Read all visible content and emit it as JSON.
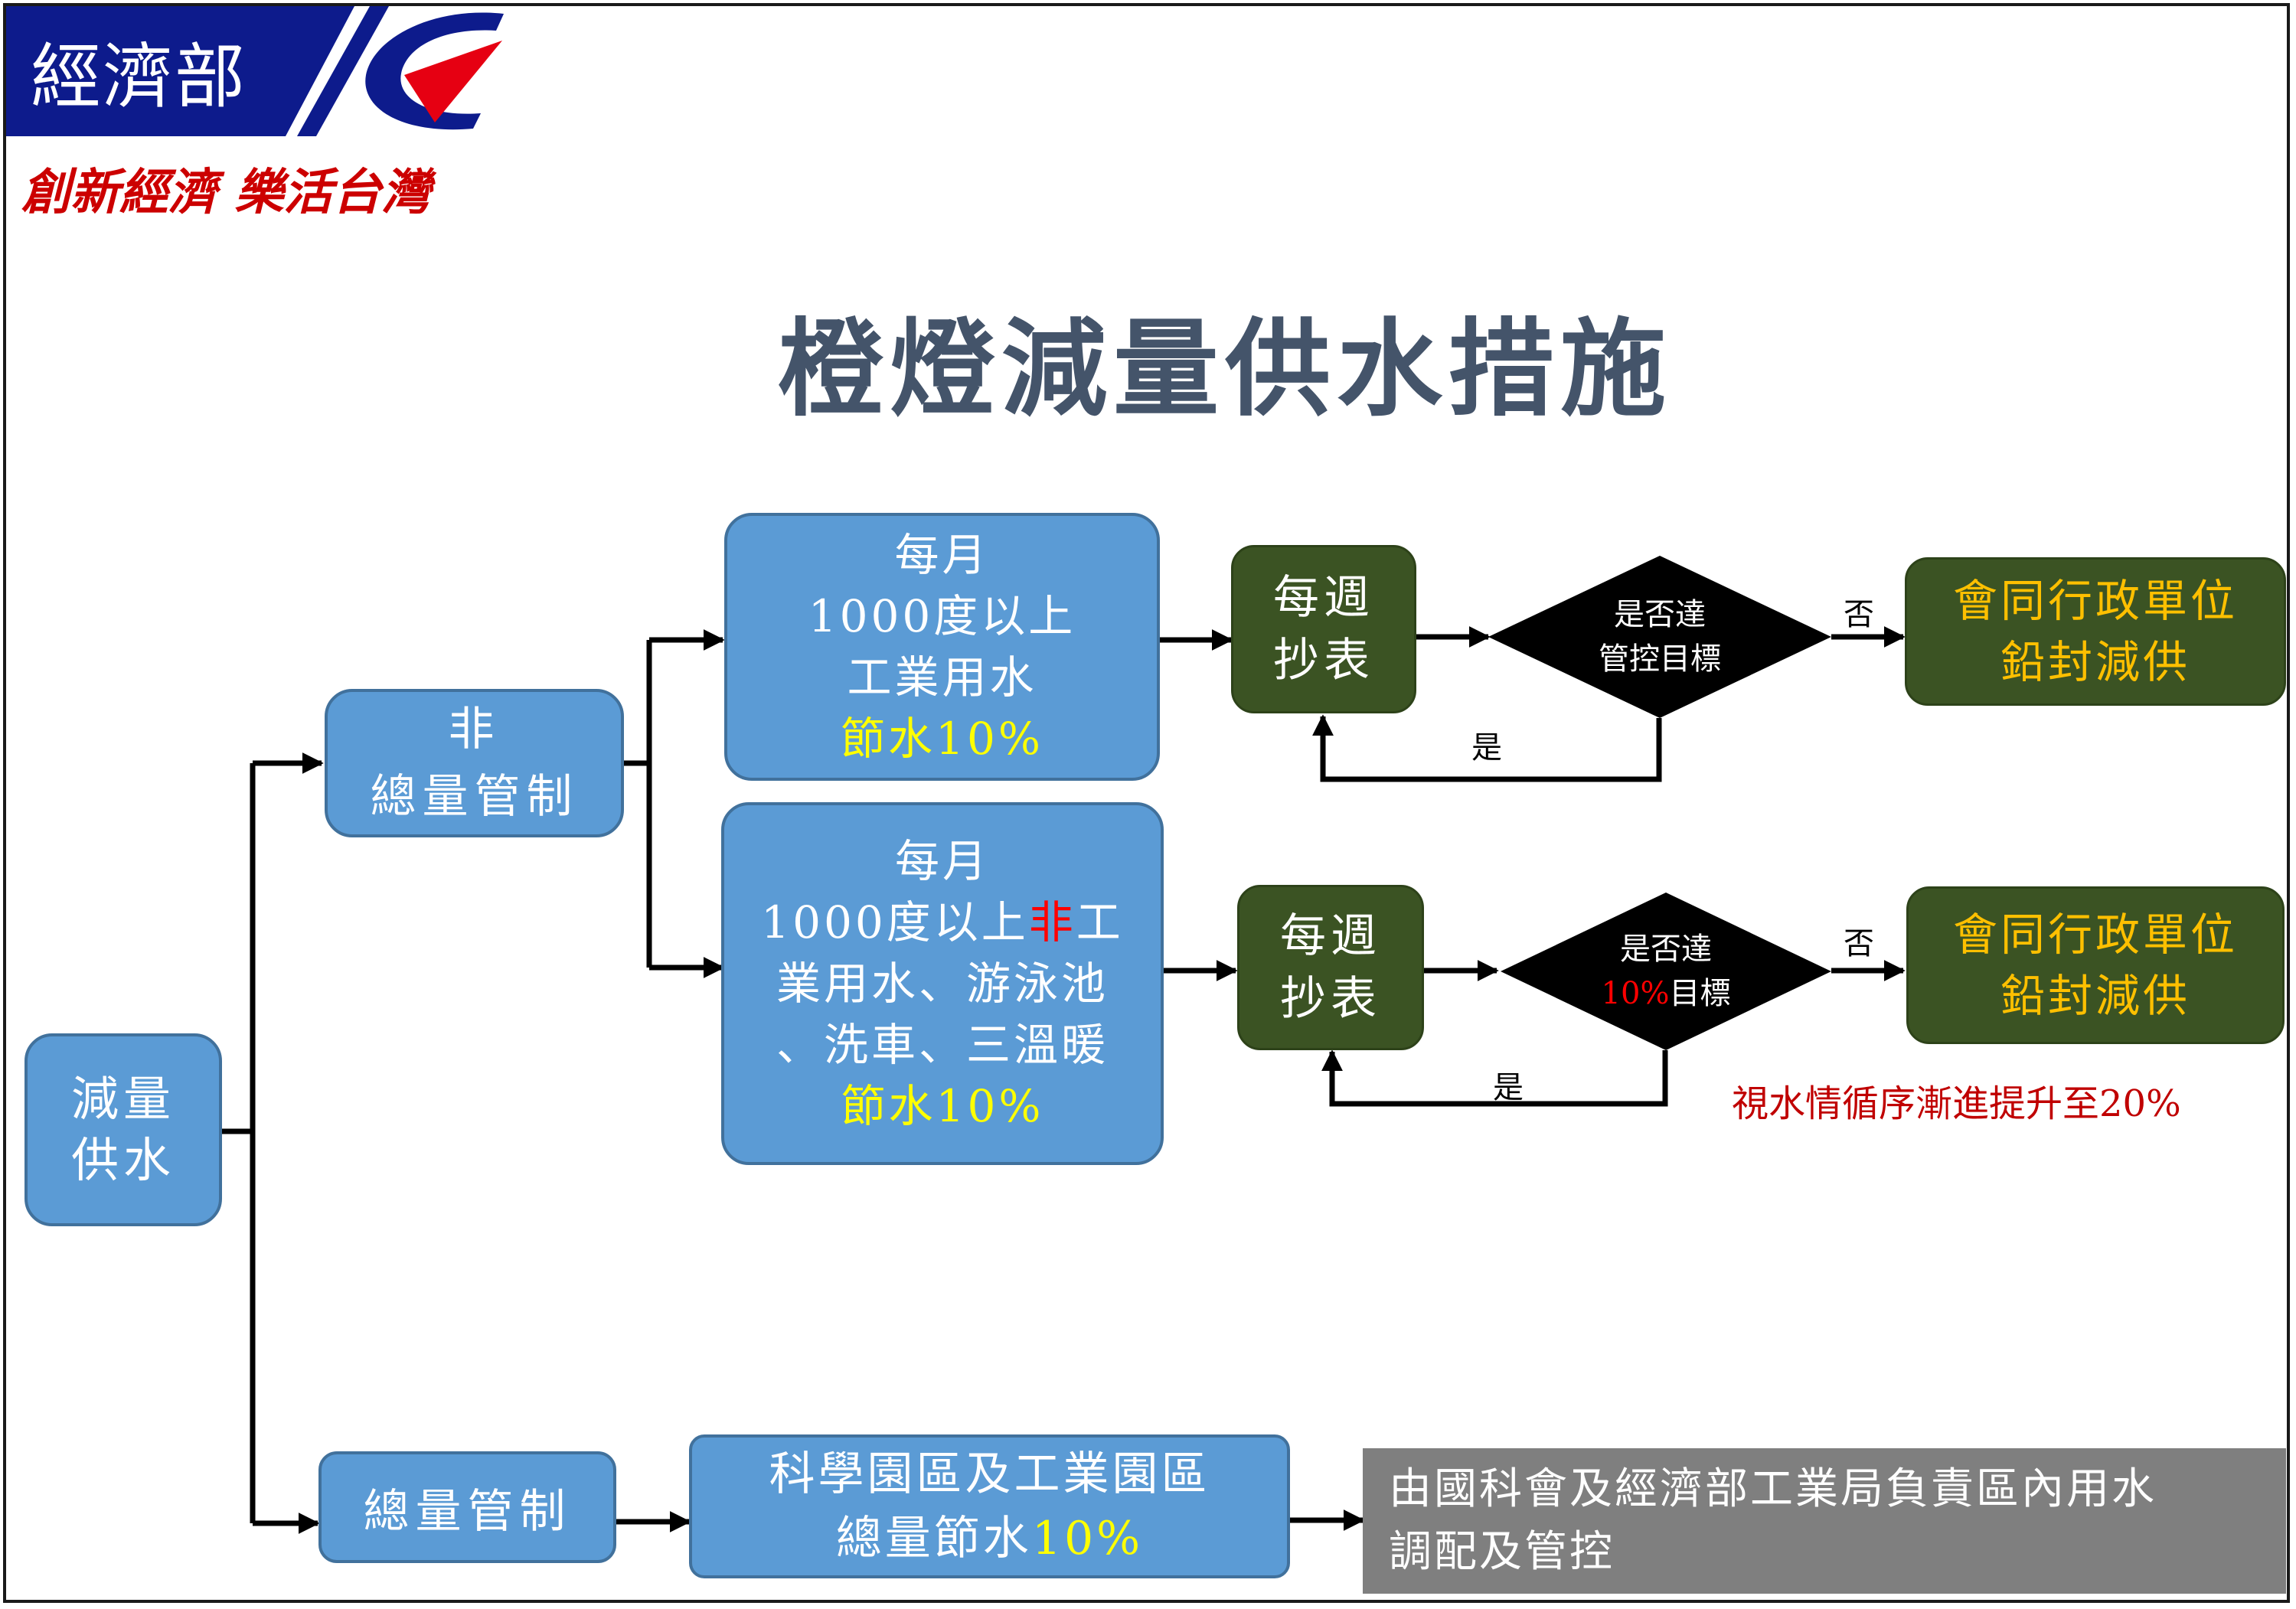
{
  "header": {
    "ministry": "經濟部",
    "slogan": "創新經濟 樂活台灣"
  },
  "title": "橙燈減量供水措施",
  "nodes": {
    "root": [
      "減量",
      "供水"
    ],
    "non_total": [
      "非",
      "總量管制"
    ],
    "industrial": {
      "l1": "每月",
      "l2": "1000度以上",
      "l3": "工業用水",
      "l4a": "節水",
      "l4b": "10%"
    },
    "nonindustrial": {
      "l1": "每月",
      "l2a": "1000度以上",
      "l2b": "非",
      "l2c": "工",
      "l3": "業用水、游泳池",
      "l4": "、洗車、三溫暖",
      "l5a": "節水",
      "l5b": "10%"
    },
    "weekly1": [
      "每週",
      "抄表"
    ],
    "weekly2": [
      "每週",
      "抄表"
    ],
    "decision1": [
      "是否達",
      "管控目標"
    ],
    "decision2": {
      "l1": "是否達",
      "l2a": "10%",
      "l2b": "目標"
    },
    "outcome1": [
      "會同行政單位",
      "鉛封減供"
    ],
    "outcome2": [
      "會同行政單位",
      "鉛封減供"
    ],
    "no1": "否",
    "no2": "否",
    "yes1": "是",
    "yes2": "是",
    "note": "視水情循序漸進提升至20%",
    "total": "總量管制",
    "science_parks": {
      "l1": "科學園區及工業園區",
      "l2a": "總量節水",
      "l2b": "10%"
    },
    "responsibility": [
      "由國科會及經濟部工業局負責區內用水",
      "調配及管控"
    ]
  },
  "colors": {
    "box_blue": "#5b9bd5",
    "box_green": "#3b5323",
    "outcome_text": "#ffc000",
    "highlight_yellow": "#ffff00",
    "highlight_red": "#ff0000",
    "note_red": "#c00000",
    "title": "#44546a",
    "logo_navy": "#0d1b8c"
  }
}
